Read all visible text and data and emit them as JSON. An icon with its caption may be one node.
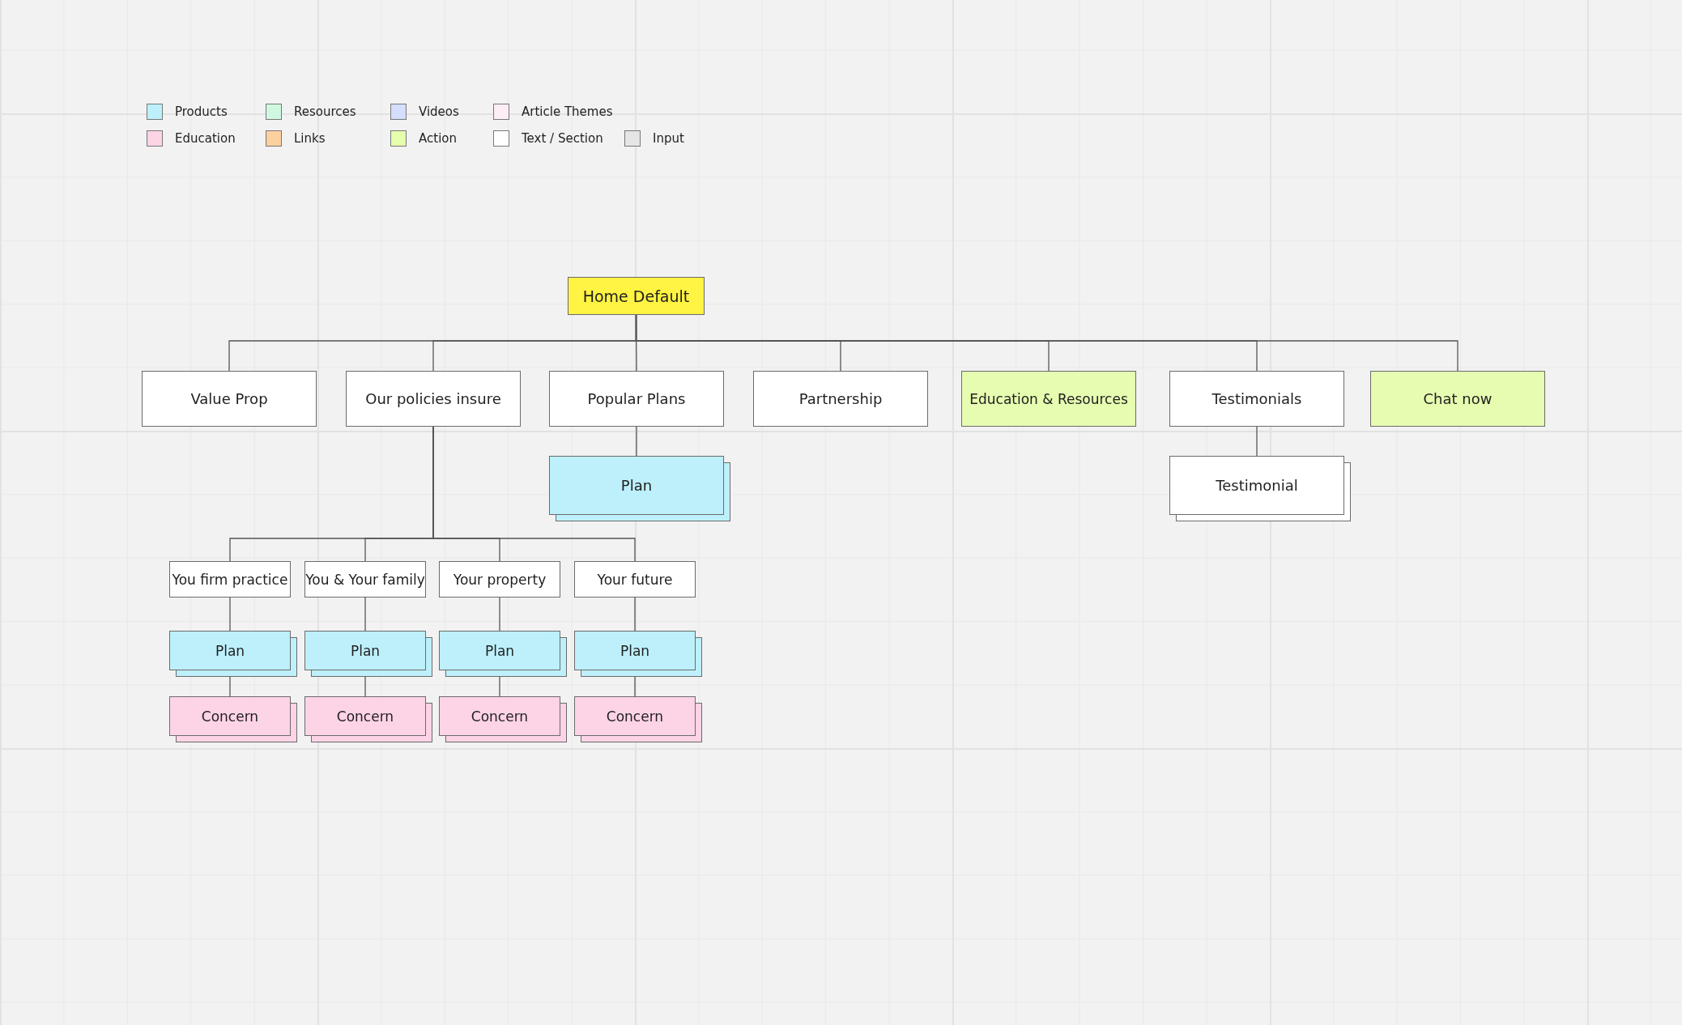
{
  "diagram": {
    "nodes": [
      {
        "text": [
          "Home Default"
        ]
      },
      {
        "text": [
          "Value Prop"
        ]
      },
      {
        "text": [
          "Our policies insure"
        ]
      },
      {
        "text": [
          "Popular Plans"
        ]
      },
      {
        "text": [
          "Partnership"
        ]
      },
      {
        "text": [
          "Education & Resources"
        ]
      },
      {
        "text": [
          "Testimonials"
        ]
      },
      {
        "text": [
          "Chat now"
        ]
      },
      {
        "text": [
          "Plan"
        ]
      },
      {
        "text": [
          "Testimonial"
        ]
      },
      {
        "text": [
          "You firm practice"
        ]
      },
      {
        "text": [
          "You & Your family"
        ]
      },
      {
        "text": [
          "Your property"
        ]
      },
      {
        "text": [
          "Your future"
        ]
      },
      {
        "text": [
          "Plan"
        ]
      },
      {
        "text": [
          "Plan"
        ]
      },
      {
        "text": [
          "Plan"
        ]
      },
      {
        "text": [
          "Plan"
        ]
      },
      {
        "text": [
          "Concern"
        ]
      },
      {
        "text": [
          "Concern"
        ]
      },
      {
        "text": [
          "Concern"
        ]
      },
      {
        "text": [
          "Concern"
        ]
      }
    ],
    "edges": [
      {
        "from": 0,
        "to": 1,
        "arrow": "none"
      },
      {
        "from": 0,
        "to": 2,
        "arrow": "none"
      },
      {
        "from": 0,
        "to": 3,
        "arrow": "none"
      },
      {
        "from": 0,
        "to": 4,
        "arrow": "none"
      },
      {
        "from": 0,
        "to": 5,
        "arrow": "none"
      },
      {
        "from": 0,
        "to": 6,
        "arrow": "none"
      },
      {
        "from": 0,
        "to": 7,
        "arrow": "none"
      },
      {
        "from": 3,
        "to": 8,
        "arrow": "none"
      },
      {
        "from": 6,
        "to": 9,
        "arrow": "none"
      },
      {
        "from": 2,
        "to": 10,
        "arrow": "none"
      },
      {
        "from": 2,
        "to": 11,
        "arrow": "none"
      },
      {
        "from": 2,
        "to": 12,
        "arrow": "none"
      },
      {
        "from": 2,
        "to": 13,
        "arrow": "none"
      },
      {
        "from": 10,
        "to": 14,
        "arrow": "none"
      },
      {
        "from": 11,
        "to": 15,
        "arrow": "none"
      },
      {
        "from": 12,
        "to": 16,
        "arrow": "none"
      },
      {
        "from": 13,
        "to": 17,
        "arrow": "none"
      },
      {
        "from": 14,
        "to": 18,
        "arrow": "none"
      },
      {
        "from": 15,
        "to": 19,
        "arrow": "none"
      },
      {
        "from": 16,
        "to": 20,
        "arrow": "none"
      },
      {
        "from": 17,
        "to": 21,
        "arrow": "none"
      }
    ],
    "legend": [
      {
        "text": "Products",
        "color": "#bdf0fb"
      },
      {
        "text": "Resources",
        "color": "#d0f8e0"
      },
      {
        "text": "Videos",
        "color": "#d4deff"
      },
      {
        "text": "Article Themes",
        "color": "#fdeef5"
      },
      {
        "text": "Education",
        "color": "#fdd3e6"
      },
      {
        "text": "Links",
        "color": "#fdd0a0"
      },
      {
        "text": "Action",
        "color": "#e6ffac"
      },
      {
        "text": "Text / Section",
        "color": "#ffffff"
      },
      {
        "text": "Input",
        "color": "#e5e5e5"
      }
    ]
  }
}
